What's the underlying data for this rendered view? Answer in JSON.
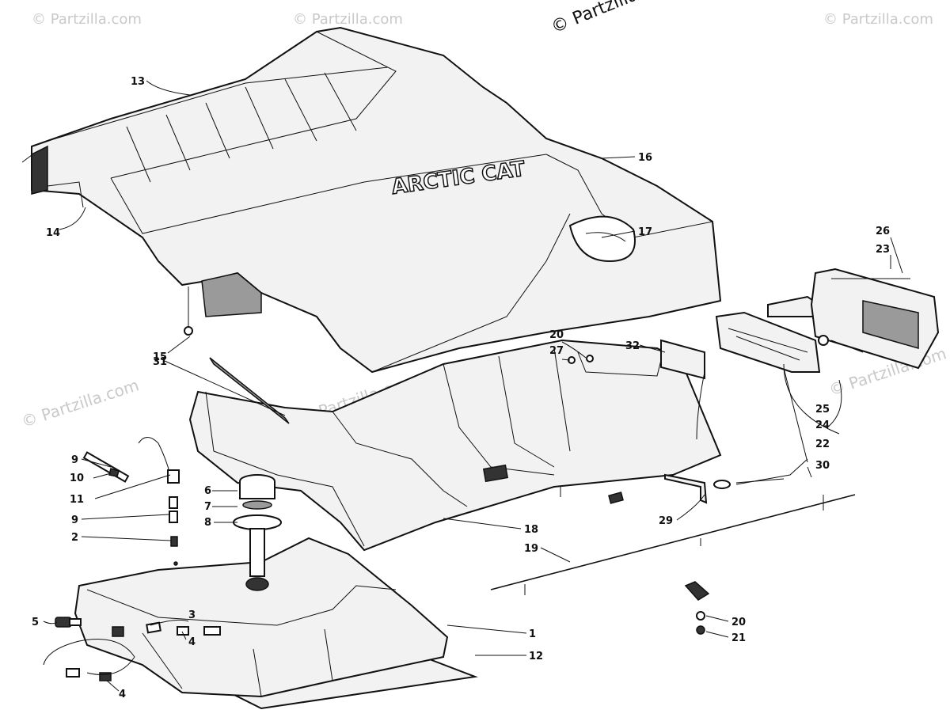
{
  "copyright": "© Partzilla",
  "watermark": "© Partzilla.com",
  "brand_logo": "ARCTIC CAT",
  "callouts": {
    "c13": "13",
    "c14": "14",
    "c15": "15",
    "c16": "16",
    "c17": "17",
    "c26": "26",
    "c23": "23",
    "c32": "32",
    "c20a": "20",
    "c27": "27",
    "c31": "31",
    "c25": "25",
    "c24": "24",
    "c22": "22",
    "c30": "30",
    "c9a": "9",
    "c10": "10",
    "c11": "11",
    "c6": "6",
    "c7": "7",
    "c9b": "9",
    "c8": "8",
    "c2": "2",
    "c18": "18",
    "c19": "19",
    "c29": "29",
    "c3": "3",
    "c4a": "4",
    "c5": "5",
    "c1": "1",
    "c12": "12",
    "c4b": "4",
    "c20b": "20",
    "c21": "21"
  }
}
